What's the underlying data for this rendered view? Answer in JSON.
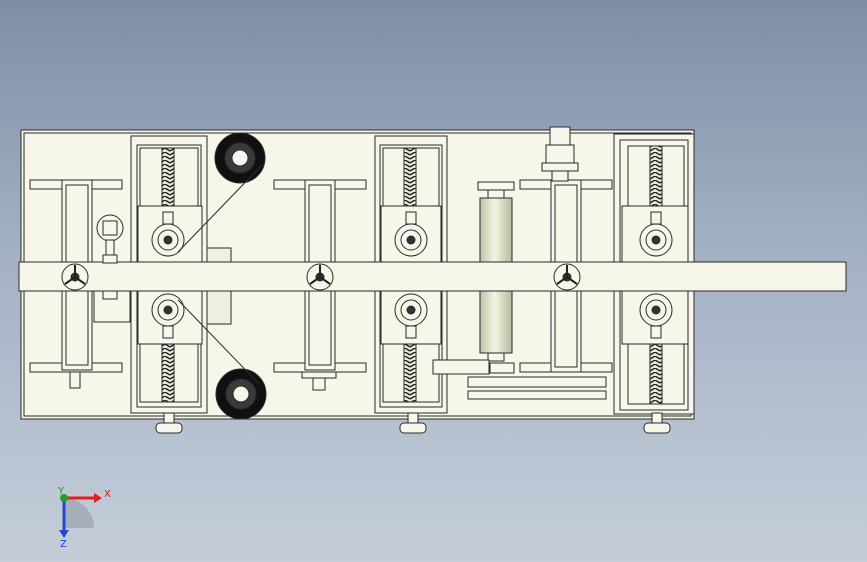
{
  "viewport": {
    "background_top": "#7e8ea6",
    "background_bottom": "#c5cdd9",
    "part_fill": "#f6f6ea",
    "edge_color": "#2b2b2b"
  },
  "triad": {
    "x_label": "X",
    "y_label": "Y",
    "z_label": "Z",
    "x_color": "#e0201b",
    "y_color": "#1f9e2a",
    "z_color": "#2747c9"
  },
  "view": "top"
}
